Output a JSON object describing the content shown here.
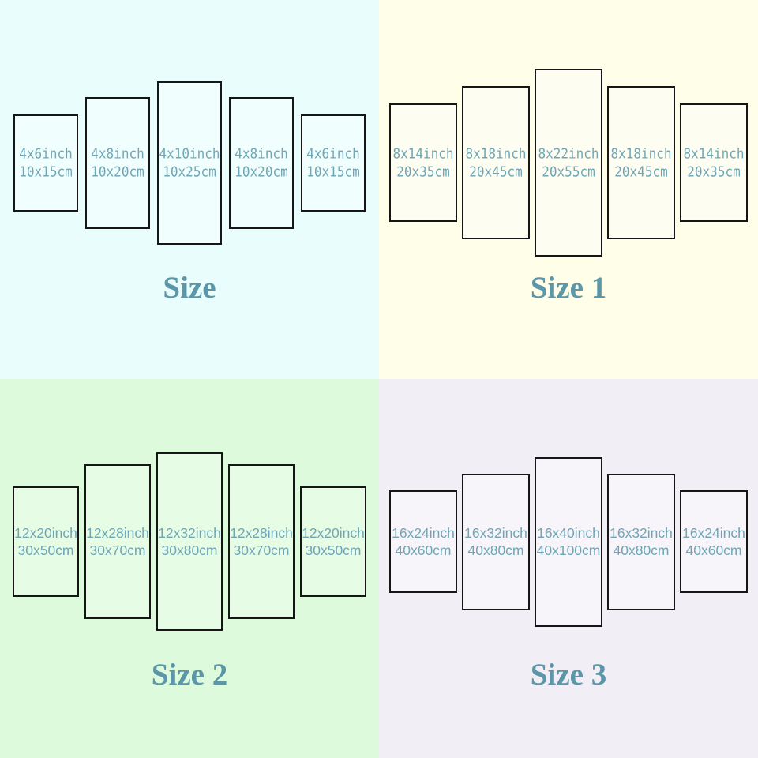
{
  "colors": {
    "label_text": "#6fa6b6",
    "title_text": "#5b97a9",
    "panel_border": "#161616",
    "bg_top_left": "#e9fdfc",
    "bg_top_right": "#fefee9",
    "bg_bottom_left": "#ddfadd",
    "bg_bottom_right": "#f2eef6"
  },
  "quadrants": [
    {
      "title": "Size",
      "panels": [
        {
          "inch": "4x6inch",
          "cm": "10x15cm"
        },
        {
          "inch": "4x8inch",
          "cm": "10x20cm"
        },
        {
          "inch": "4x10inch",
          "cm": "10x25cm"
        },
        {
          "inch": "4x8inch",
          "cm": "10x20cm"
        },
        {
          "inch": "4x6inch",
          "cm": "10x15cm"
        }
      ]
    },
    {
      "title": "Size 1",
      "panels": [
        {
          "inch": "8x14inch",
          "cm": "20x35cm"
        },
        {
          "inch": "8x18inch",
          "cm": "20x45cm"
        },
        {
          "inch": "8x22inch",
          "cm": "20x55cm"
        },
        {
          "inch": "8x18inch",
          "cm": "20x45cm"
        },
        {
          "inch": "8x14inch",
          "cm": "20x35cm"
        }
      ]
    },
    {
      "title": "Size 2",
      "panels": [
        {
          "inch": "12x20inch",
          "cm": "30x50cm"
        },
        {
          "inch": "12x28inch",
          "cm": "30x70cm"
        },
        {
          "inch": "12x32inch",
          "cm": "30x80cm"
        },
        {
          "inch": "12x28inch",
          "cm": "30x70cm"
        },
        {
          "inch": "12x20inch",
          "cm": "30x50cm"
        }
      ]
    },
    {
      "title": "Size 3",
      "panels": [
        {
          "inch": "16x24inch",
          "cm": "40x60cm"
        },
        {
          "inch": "16x32inch",
          "cm": "40x80cm"
        },
        {
          "inch": "16x40inch",
          "cm": "40x100cm"
        },
        {
          "inch": "16x32inch",
          "cm": "40x80cm"
        },
        {
          "inch": "16x24inch",
          "cm": "40x60cm"
        }
      ]
    }
  ]
}
